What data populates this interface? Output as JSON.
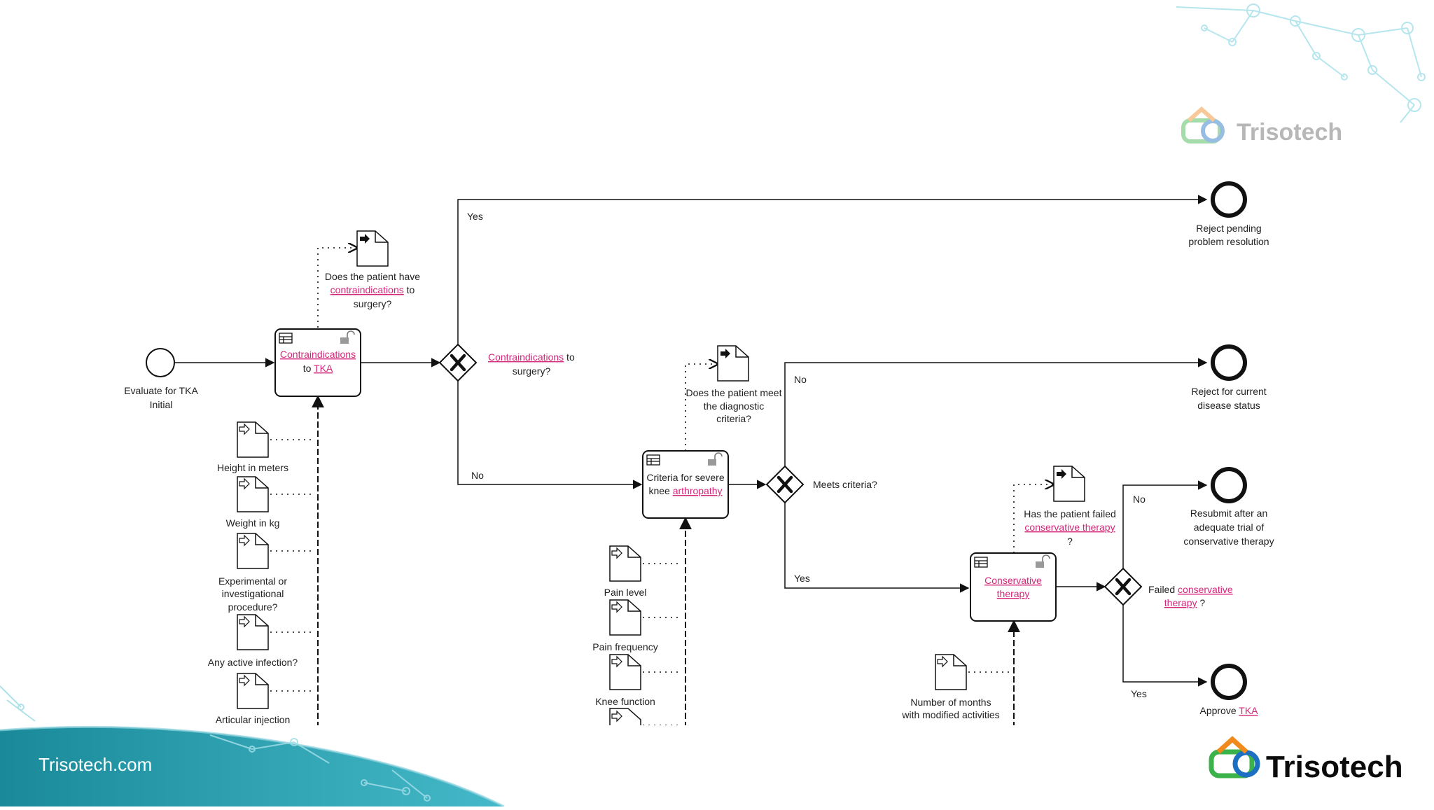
{
  "diagram": {
    "start_event": {
      "label_line1": "Evaluate for TKA",
      "label_line2": "Initial"
    },
    "decisions": {
      "contraindications": {
        "label_link": "Contraindications",
        "label_prefix": "to ",
        "label_link2": "TKA"
      },
      "criteria": {
        "label_line1": "Criteria for severe",
        "label_prefix": "knee ",
        "label_link": "arthropathy"
      },
      "conservative": {
        "label_link1": "Conservative",
        "label_link2": "therapy"
      }
    },
    "questions": {
      "q1": {
        "line1": "Does the patient have",
        "link": "contraindications",
        "suffix": " to",
        "line3": "surgery?"
      },
      "q2": {
        "line1": "Does the patient meet",
        "line2": "the diagnostic",
        "line3": "criteria?"
      },
      "q3": {
        "line1": "Has the patient failed",
        "link": "conservative therapy",
        "line3": "?"
      }
    },
    "gateways": {
      "g1": {
        "link": "Contraindications",
        "suffix": " to",
        "line2": "surgery?"
      },
      "g2": {
        "label": "Meets criteria?"
      },
      "g3": {
        "prefix": "Failed ",
        "link1": "conservative",
        "link2": "therapy",
        "suffix": " ?"
      }
    },
    "flow_labels": {
      "yes1": "Yes",
      "no1": "No",
      "no2": "No",
      "yes2": "Yes",
      "no3": "No",
      "yes3": "Yes"
    },
    "end_events": {
      "e1": {
        "line1": "Reject pending",
        "line2": "problem resolution"
      },
      "e2": {
        "line1": "Reject for current",
        "line2": "disease status"
      },
      "e3": {
        "line1": "Resubmit after an",
        "line2": "adequate trial of",
        "line3": "conservative therapy"
      },
      "e4": {
        "prefix": "Approve ",
        "link": "TKA"
      }
    },
    "inputs": {
      "height": "Height in meters",
      "weight": "Weight in kg",
      "experimental": {
        "line1": "Experimental or",
        "line2": "investigational",
        "line3": "procedure?"
      },
      "infection": "Any active infection?",
      "articular": "Articular injection",
      "pain_level": "Pain level",
      "pain_frequency": "Pain frequency",
      "knee_function": "Knee function",
      "months": {
        "line1": "Number of months",
        "line2": "with modified activities"
      }
    }
  },
  "branding": {
    "website": "Trisotech.com",
    "logo_text": "Trisotech",
    "logo_text_faded": "Trisotech"
  },
  "colors": {
    "teal": "#1a8a9a",
    "link": "#d4267a",
    "network": "#9fdde6"
  }
}
